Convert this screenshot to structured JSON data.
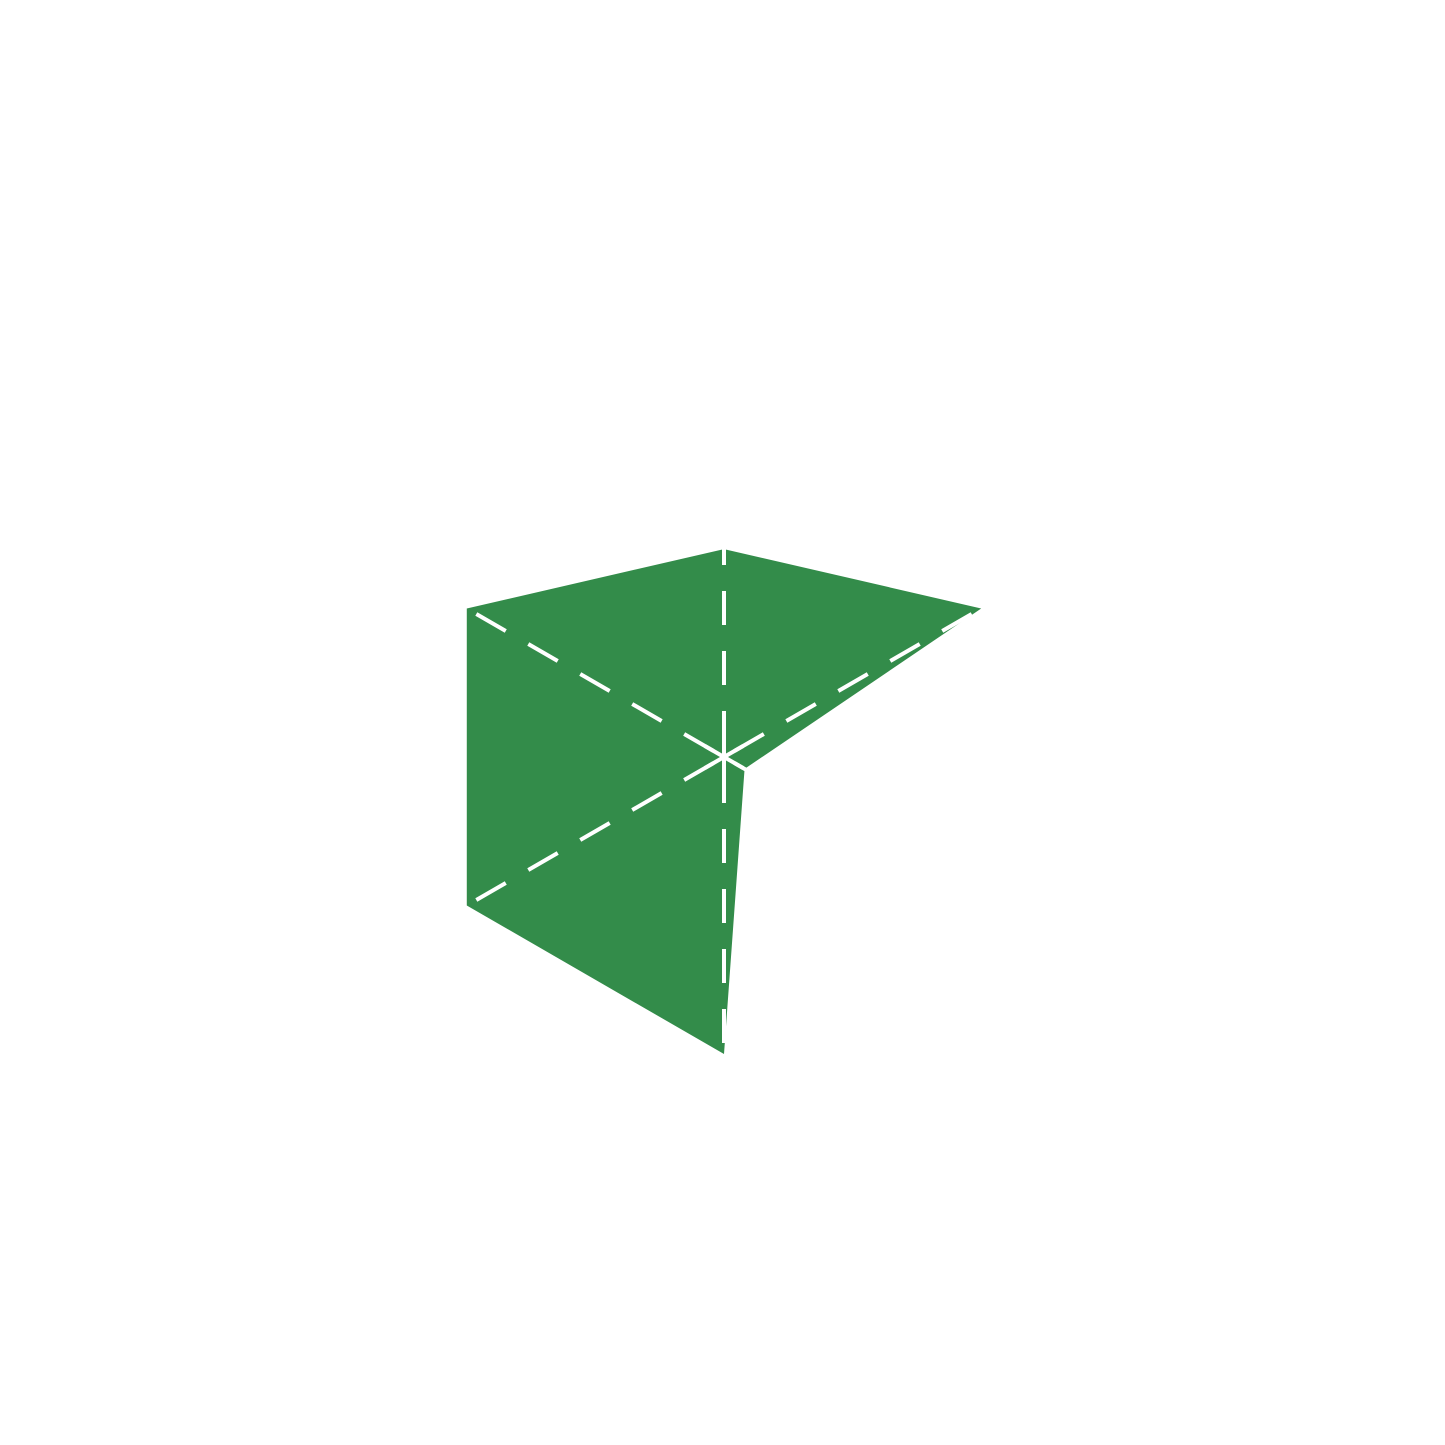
{
  "chart_data": {
    "type": "radar",
    "title": "",
    "axes": [
      "",
      "",
      "",
      "",
      "",
      ""
    ],
    "series": [
      {
        "name": "",
        "values": [
          0.7,
          1.0,
          0.08,
          1.0,
          1.0,
          1.0
        ],
        "color": "#338c4a"
      }
    ],
    "range": [
      0,
      1
    ],
    "grid": false,
    "axis_line_color": "#ffffff"
  }
}
